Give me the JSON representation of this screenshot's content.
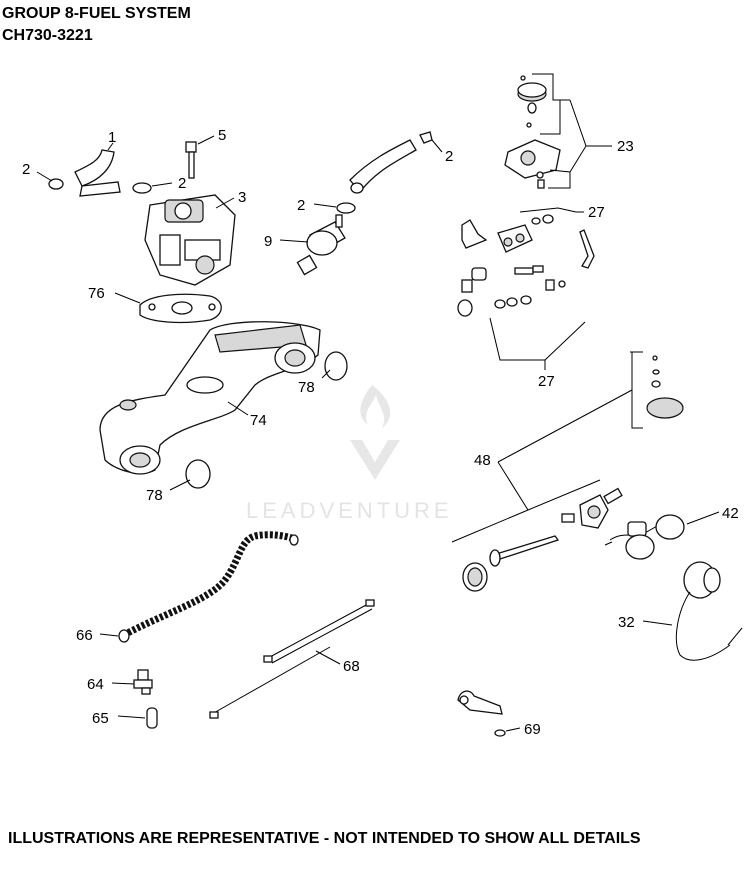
{
  "header": {
    "title": "GROUP 8-FUEL SYSTEM",
    "model": "CH730-3221"
  },
  "footer": {
    "note": "ILLUSTRATIONS ARE REPRESENTATIVE - NOT INTENDED TO SHOW ALL DETAILS"
  },
  "watermark": {
    "text": "LEADVENTURE"
  },
  "callouts": {
    "c1": "1",
    "c2a": "2",
    "c2b": "2",
    "c2c": "2",
    "c2d": "2",
    "c3": "3",
    "c5": "5",
    "c9": "9",
    "c23": "23",
    "c27a": "27",
    "c27b": "27",
    "c76": "76",
    "c78a": "78",
    "c78b": "78",
    "c74": "74",
    "c48": "48",
    "c42": "42",
    "c32": "32",
    "c66": "66",
    "c68": "68",
    "c64": "64",
    "c65": "65",
    "c69": "69"
  },
  "icons": {
    "watermark_logo": "leadventure-flame-logo"
  }
}
